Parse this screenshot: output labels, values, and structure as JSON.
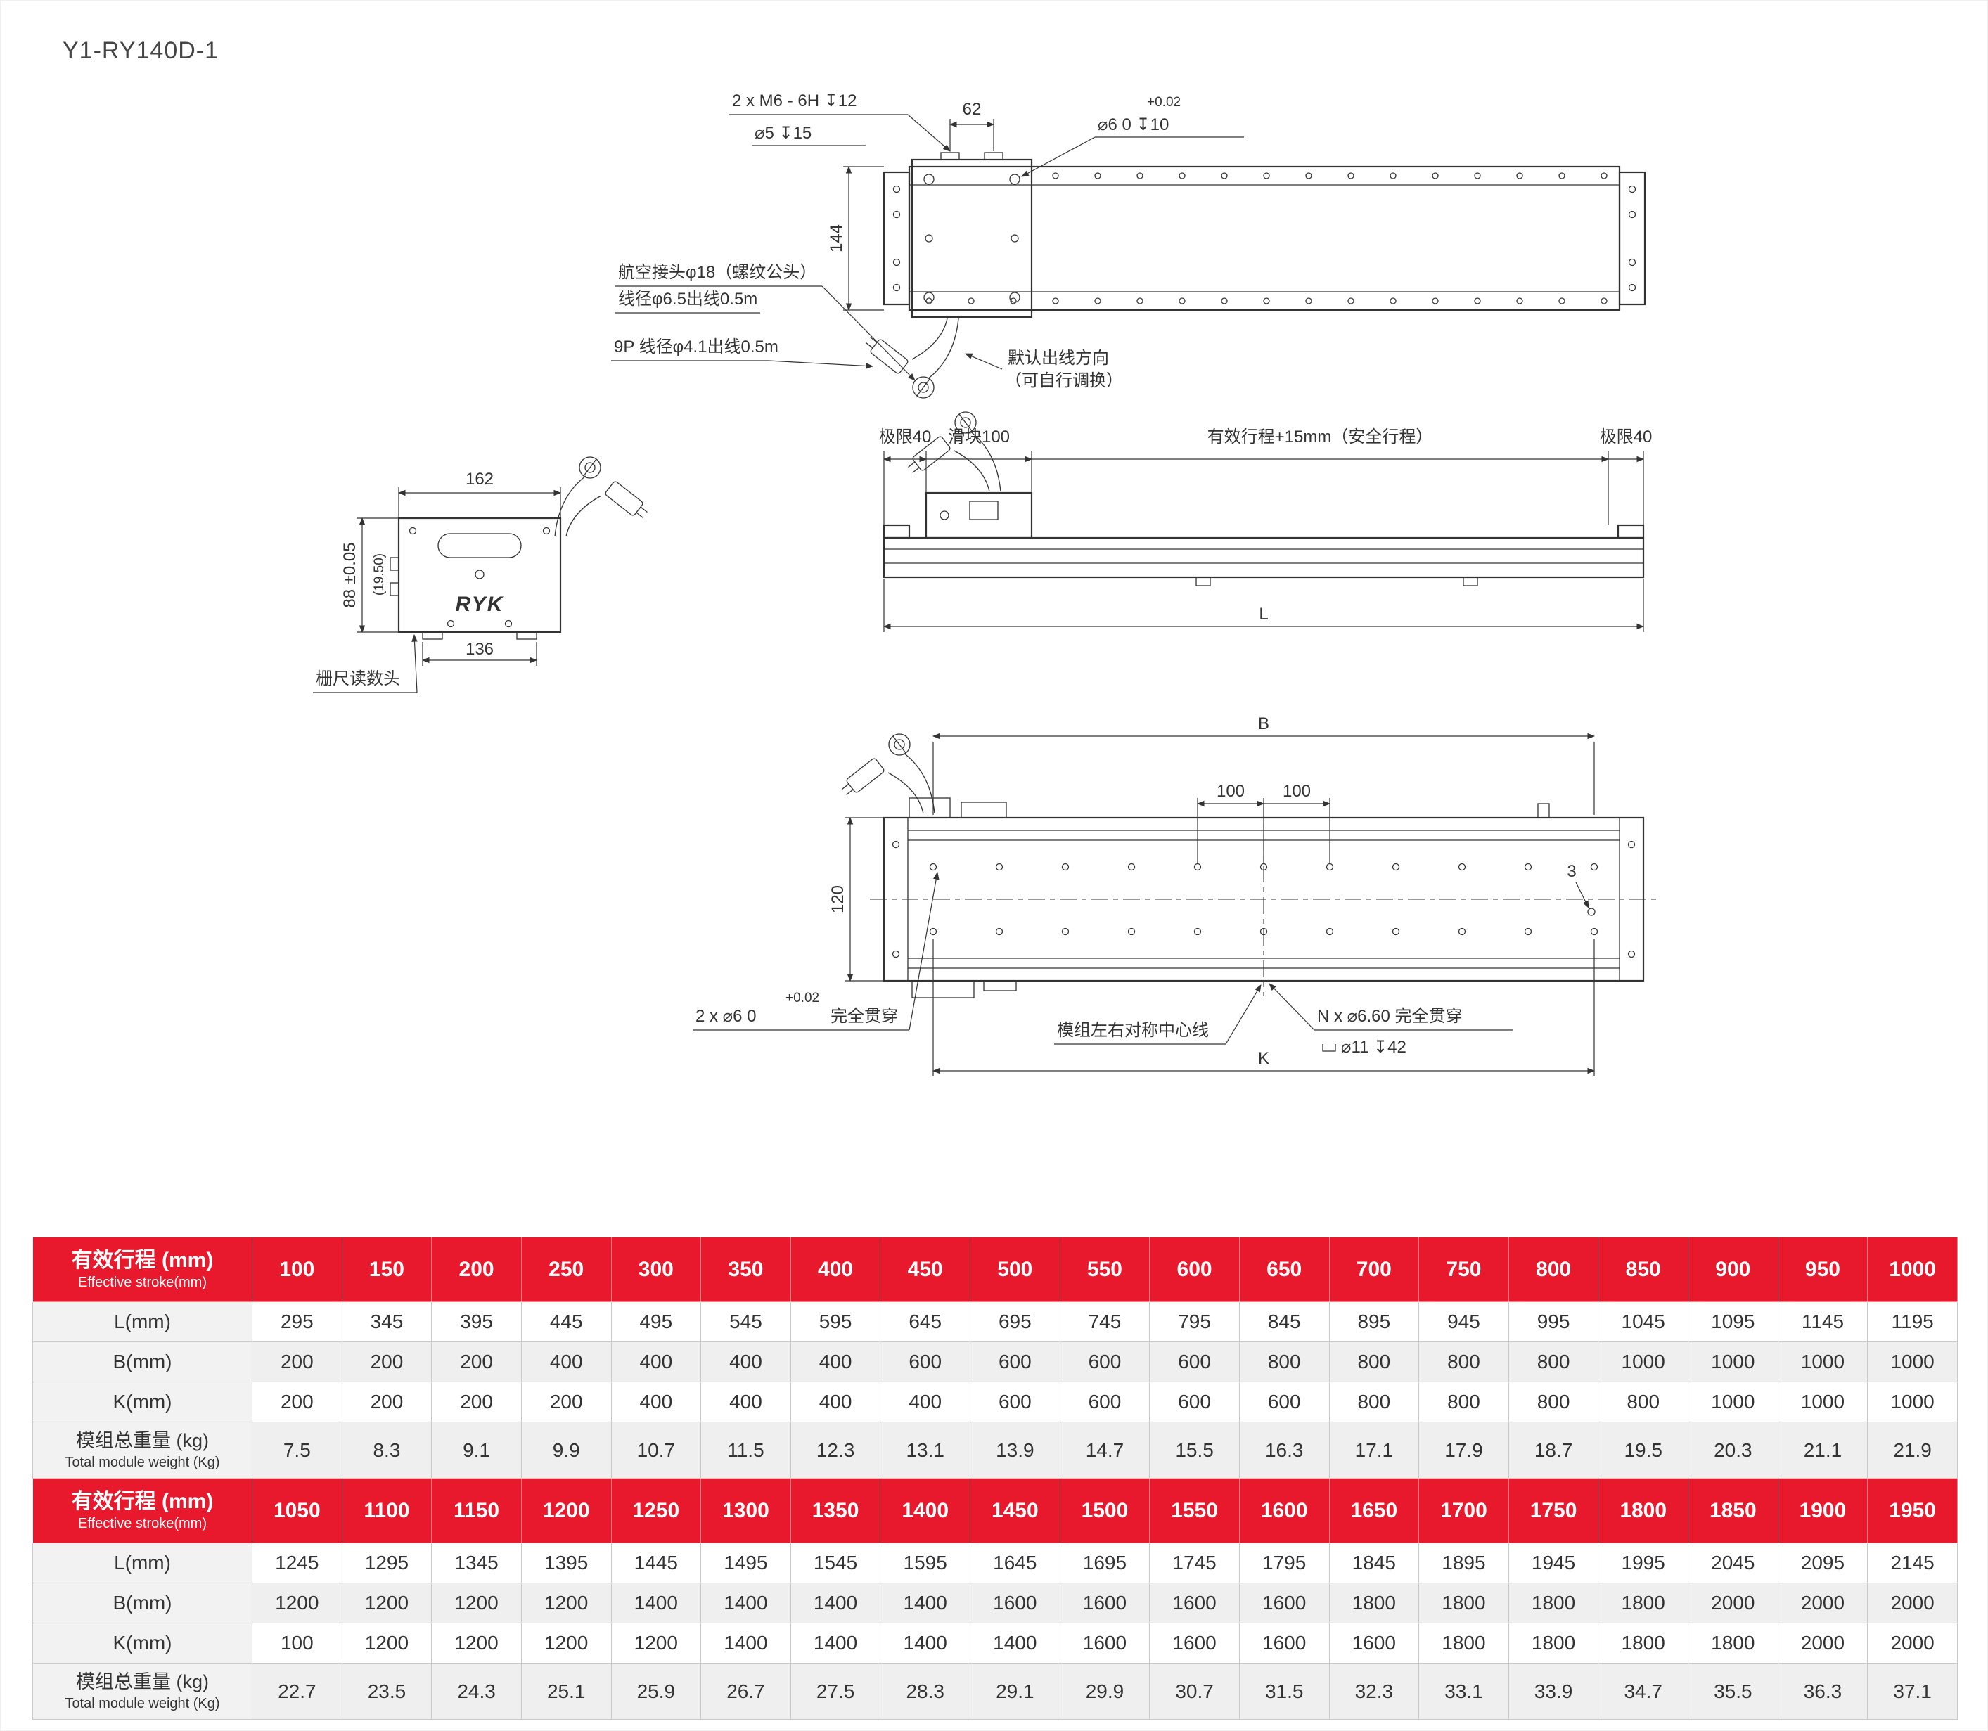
{
  "page": {
    "title": "Y1-RY140D-1"
  },
  "theme": {
    "accent_red": "#e8192d",
    "line_color": "#333333",
    "table_border": "#c9c9c9",
    "shade_gray": "#efefef"
  },
  "drawing": {
    "top": {
      "callout_m6": "2 x M6 - 6H ↧12",
      "callout_d5": "⌀5 ↧15",
      "tol": "+0.02",
      "callout_d6": "⌀6 0  ↧10",
      "dim62": "62",
      "dim144": "144"
    },
    "cable": {
      "aero_line1": "航空接头φ18（螺纹公头）",
      "aero_line2": "线径φ6.5出线0.5m",
      "nine_p": "9P 线径φ4.1出线0.5m",
      "outlet_line1": "默认出线方向",
      "outlet_line2": "（可自行调换）"
    },
    "side": {
      "limit_left": "极限40",
      "slider": "滑块100",
      "stroke": "有效行程+15mm（安全行程）",
      "limit_right": "极限40",
      "dim_L": "L"
    },
    "end": {
      "dim_162": "162",
      "dim_88": "88 ±0.05",
      "dim_1950": "(19.50)",
      "dim_136": "136",
      "encoder_label": "栅尺读数头",
      "logo": "RYK"
    },
    "bottom": {
      "dim_B": "B",
      "dim_100a": "100",
      "dim_100b": "100",
      "dim_120": "120",
      "dim_3": "3",
      "tol": "+0.02",
      "callout_d6": "2 x ⌀6 0",
      "through": "完全贯穿",
      "centerline": "模组左右对称中心线",
      "nx_callout": "N x ⌀6.60 完全贯穿",
      "counterbore": "⌀11 ↧42",
      "dim_K": "K"
    }
  },
  "spec_table": {
    "header_zh": "有效行程 (mm)",
    "header_en": "Effective stroke(mm)",
    "row_L": "L(mm)",
    "row_B": "B(mm)",
    "row_K": "K(mm)",
    "weight_zh": "模组总重量 (kg)",
    "weight_en": "Total module weight (Kg)",
    "groups": [
      {
        "strokes": [
          "100",
          "150",
          "200",
          "250",
          "300",
          "350",
          "400",
          "450",
          "500",
          "550",
          "600",
          "650",
          "700",
          "750",
          "800",
          "850",
          "900",
          "950",
          "1000"
        ],
        "L": [
          "295",
          "345",
          "395",
          "445",
          "495",
          "545",
          "595",
          "645",
          "695",
          "745",
          "795",
          "845",
          "895",
          "945",
          "995",
          "1045",
          "1095",
          "1145",
          "1195"
        ],
        "B": [
          "200",
          "200",
          "200",
          "400",
          "400",
          "400",
          "400",
          "600",
          "600",
          "600",
          "600",
          "800",
          "800",
          "800",
          "800",
          "1000",
          "1000",
          "1000",
          "1000"
        ],
        "K": [
          "200",
          "200",
          "200",
          "200",
          "400",
          "400",
          "400",
          "400",
          "600",
          "600",
          "600",
          "600",
          "800",
          "800",
          "800",
          "800",
          "1000",
          "1000",
          "1000"
        ],
        "weight": [
          "7.5",
          "8.3",
          "9.1",
          "9.9",
          "10.7",
          "11.5",
          "12.3",
          "13.1",
          "13.9",
          "14.7",
          "15.5",
          "16.3",
          "17.1",
          "17.9",
          "18.7",
          "19.5",
          "20.3",
          "21.1",
          "21.9"
        ]
      },
      {
        "strokes": [
          "1050",
          "1100",
          "1150",
          "1200",
          "1250",
          "1300",
          "1350",
          "1400",
          "1450",
          "1500",
          "1550",
          "1600",
          "1650",
          "1700",
          "1750",
          "1800",
          "1850",
          "1900",
          "1950"
        ],
        "L": [
          "1245",
          "1295",
          "1345",
          "1395",
          "1445",
          "1495",
          "1545",
          "1595",
          "1645",
          "1695",
          "1745",
          "1795",
          "1845",
          "1895",
          "1945",
          "1995",
          "2045",
          "2095",
          "2145"
        ],
        "B": [
          "1200",
          "1200",
          "1200",
          "1200",
          "1400",
          "1400",
          "1400",
          "1400",
          "1600",
          "1600",
          "1600",
          "1600",
          "1800",
          "1800",
          "1800",
          "1800",
          "2000",
          "2000",
          "2000"
        ],
        "K": [
          "100",
          "1200",
          "1200",
          "1200",
          "1200",
          "1400",
          "1400",
          "1400",
          "1400",
          "1600",
          "1600",
          "1600",
          "1600",
          "1800",
          "1800",
          "1800",
          "1800",
          "2000",
          "2000"
        ],
        "weight": [
          "22.7",
          "23.5",
          "24.3",
          "25.1",
          "25.9",
          "26.7",
          "27.5",
          "28.3",
          "29.1",
          "29.9",
          "30.7",
          "31.5",
          "32.3",
          "33.1",
          "33.9",
          "34.7",
          "35.5",
          "36.3",
          "37.1"
        ]
      }
    ]
  }
}
